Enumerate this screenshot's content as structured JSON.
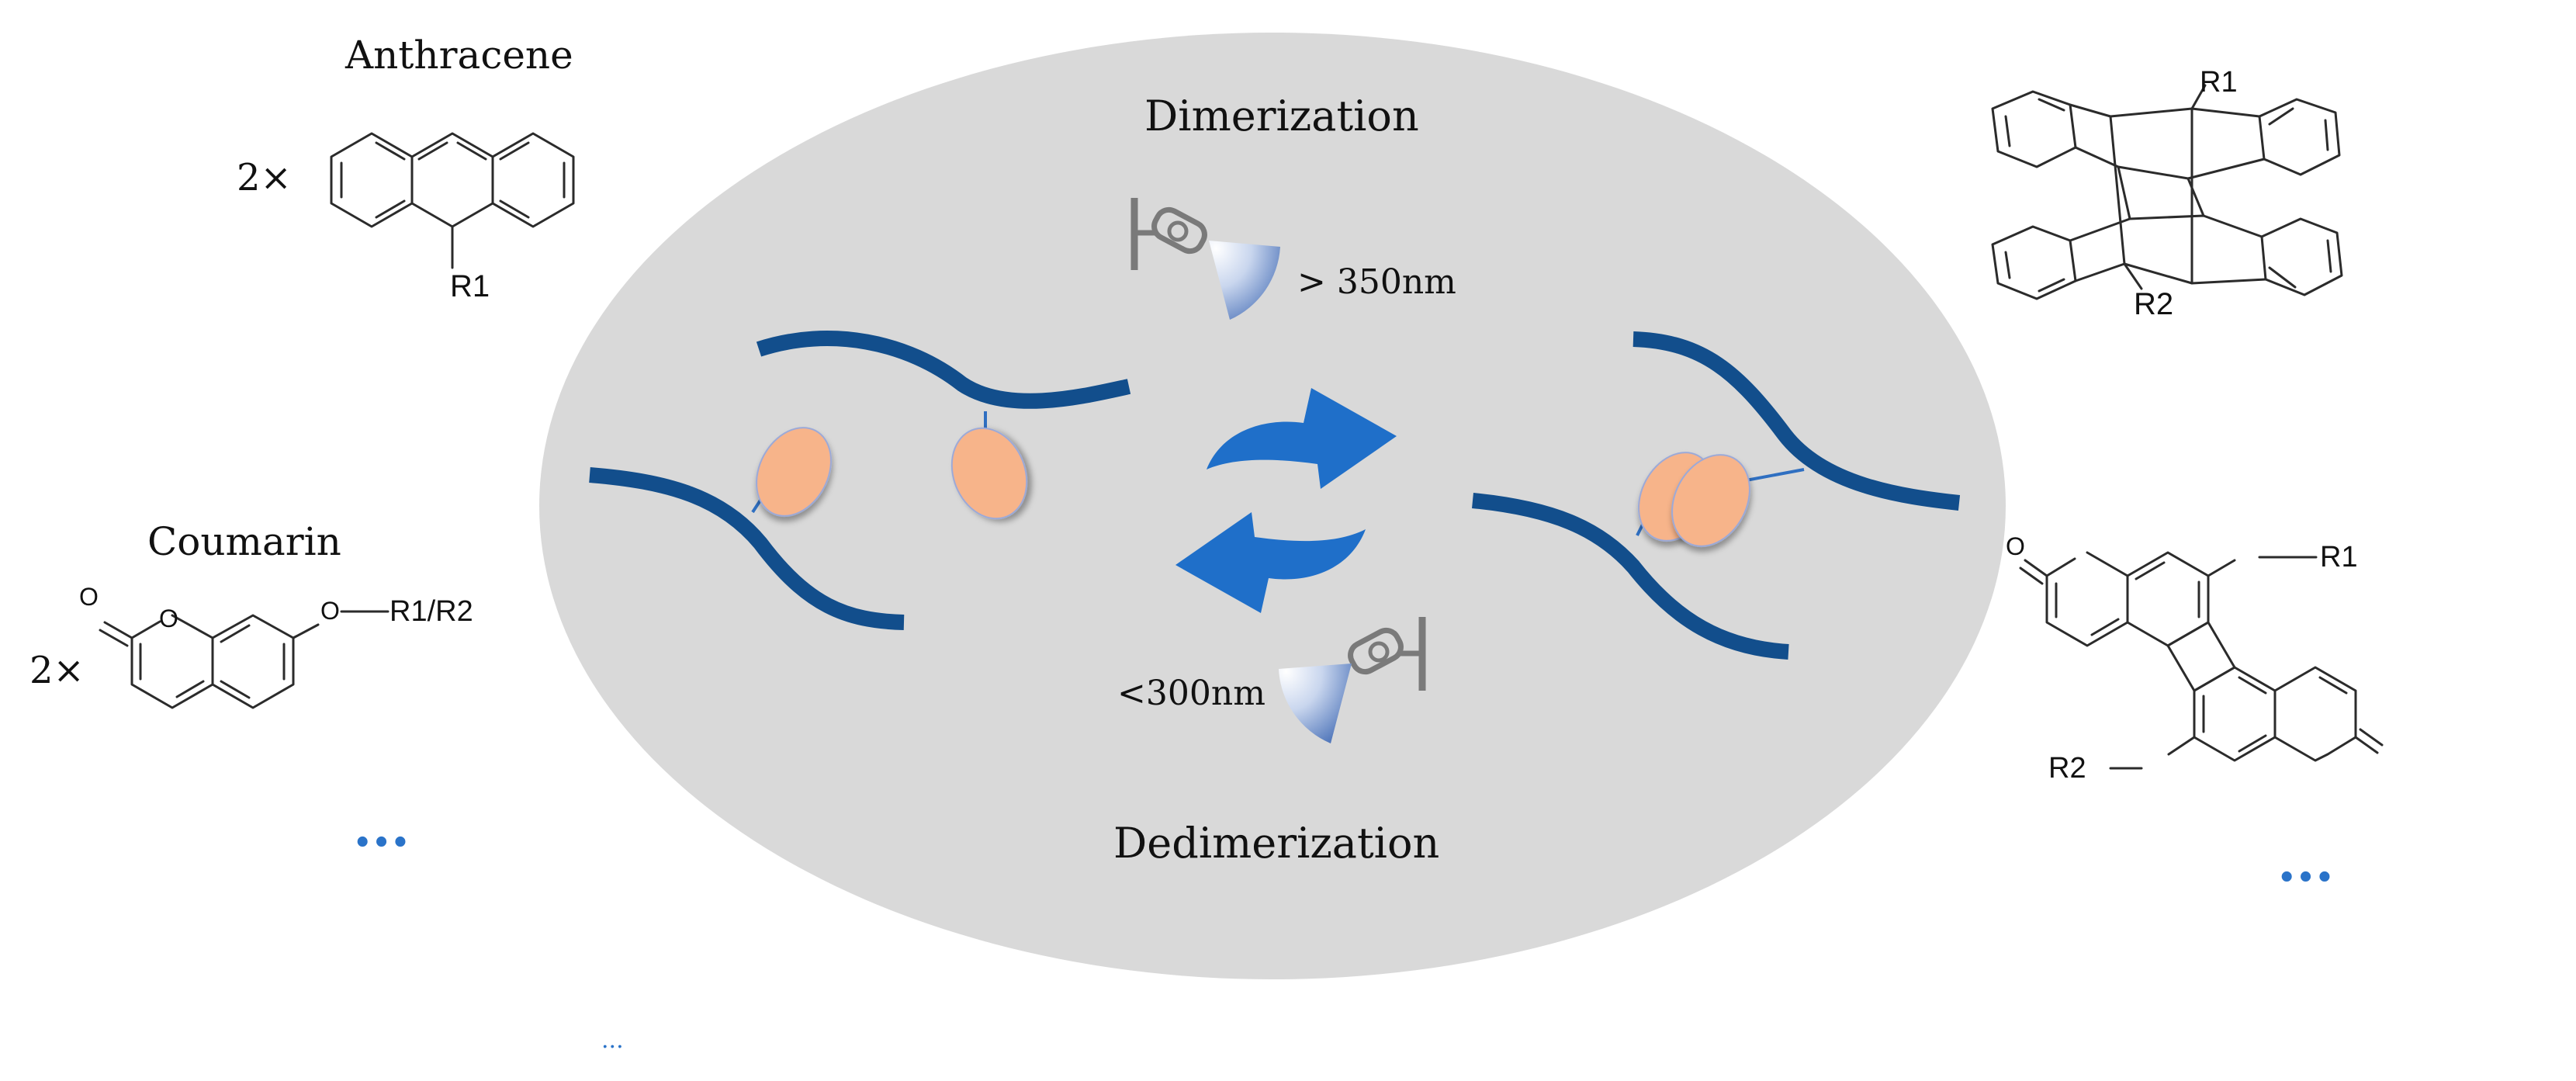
{
  "labels": {
    "anthracene": "Anthracene",
    "coumarin": "Coumarin",
    "dimerization": "Dimerization",
    "dedimerization": "Dedimerization",
    "forward_wavelength": "> 350nm",
    "reverse_wavelength": "<300nm",
    "multiplier_anthracene": "2×",
    "multiplier_coumarin": "2×",
    "ellipsis_left": "...",
    "ellipsis_right": "...",
    "ellipsis_bottom": "..."
  },
  "substituents": {
    "anthracene_r1": "R1",
    "dimer_r1": "R1",
    "dimer_r2": "R2",
    "coumarin_r": "R1/R2",
    "coumarin_o": "O",
    "coumarin_carbonyl_o": "O",
    "coumarin_ring_o": "O",
    "cdimer_r1": "R1",
    "cdimer_r2": "R2",
    "cdimer_o": "O"
  },
  "colors": {
    "background_ellipse": "#d9d9d9",
    "polymer_chain": "#124e8c",
    "arrow": "#1f6fc9",
    "chromophore": "#f7b48a",
    "ellipsis": "#2a73c9"
  },
  "icons": {
    "lamp": "uv-lamp-icon"
  }
}
